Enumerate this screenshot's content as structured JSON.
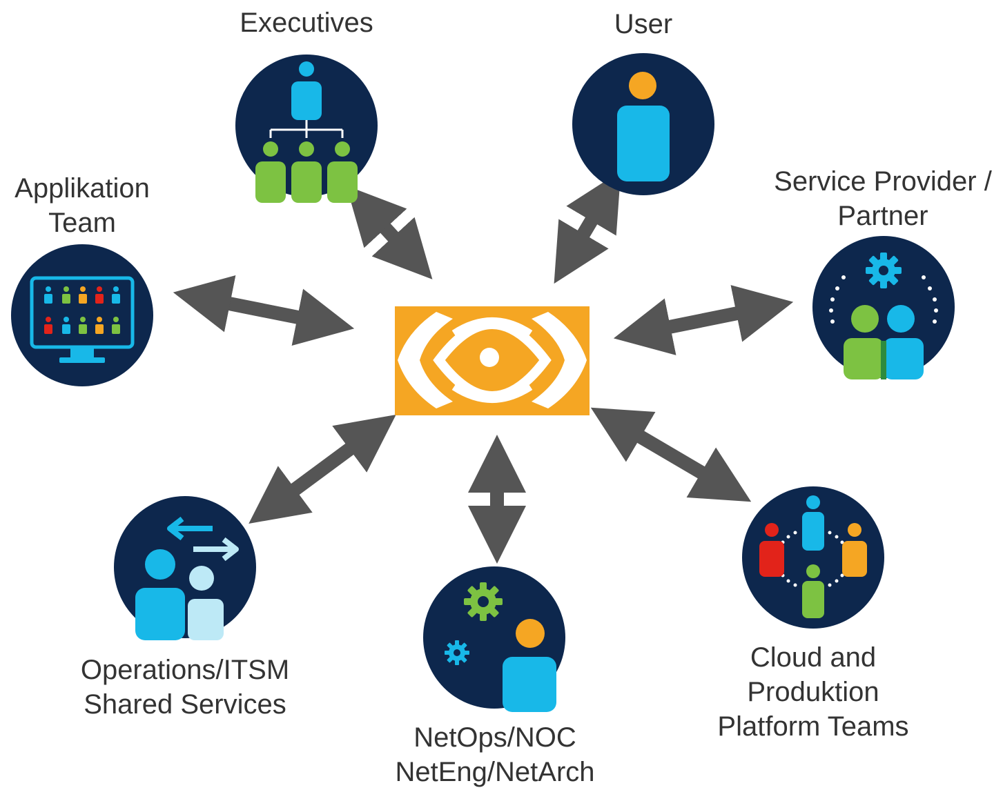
{
  "center": {
    "name": "eye-logo",
    "bg_color": "#F5A623",
    "eye_color": "#ffffff"
  },
  "colors": {
    "navy": "#0D274D",
    "arrow": "#555555",
    "blue": "#18B8E8",
    "light_blue": "#BDE9F6",
    "green": "#7DC242",
    "orange": "#F5A623",
    "red": "#E2231A",
    "dark_green": "#2E8B3E"
  },
  "nodes": {
    "executives": {
      "lines": [
        "Executives"
      ],
      "icon": "org-chart-icon"
    },
    "user": {
      "lines": [
        "User"
      ],
      "icon": "user-icon"
    },
    "service_provider": {
      "lines": [
        "Service Provider /",
        "Partner"
      ],
      "icon": "partner-gear-icon"
    },
    "application_team": {
      "lines": [
        "Applikation",
        "Team"
      ],
      "icon": "monitor-apps-icon"
    },
    "operations": {
      "lines": [
        "Operations/ITSM",
        "Shared Services"
      ],
      "icon": "exchange-people-icon"
    },
    "netops": {
      "lines": [
        "NetOps/NOC",
        "NetEng/NetArch"
      ],
      "icon": "gears-person-icon"
    },
    "cloud": {
      "lines": [
        "Cloud and",
        "Produktion",
        "Platform Teams"
      ],
      "icon": "team-network-icon"
    }
  }
}
